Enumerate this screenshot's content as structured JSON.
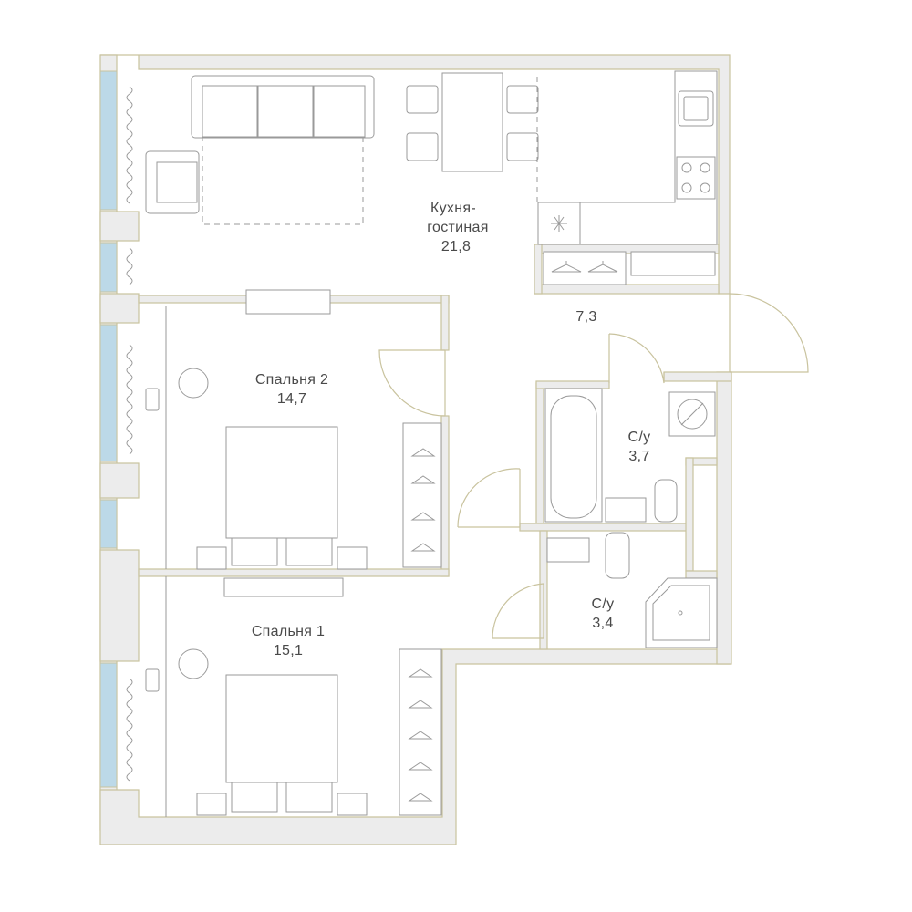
{
  "floor_plan": {
    "rooms": [
      {
        "id": "kitchen_living",
        "name_line1": "Кухня-",
        "name_line2": "гостиная",
        "area": "21,8"
      },
      {
        "id": "hall",
        "name": "",
        "area": "7,3"
      },
      {
        "id": "bedroom2",
        "name": "Спальня 2",
        "area": "14,7"
      },
      {
        "id": "bedroom1",
        "name": "Спальня 1",
        "area": "15,1"
      },
      {
        "id": "bathroom1",
        "name": "С/у",
        "area": "3,7"
      },
      {
        "id": "bathroom2",
        "name": "С/у",
        "area": "3,4"
      }
    ],
    "colors": {
      "wall_fill": "#ececec",
      "wall_outline": "#c9c39e",
      "window": "#bcd9e8",
      "furniture_stroke": "#9a9a9a",
      "text": "#4a4a4a"
    }
  }
}
